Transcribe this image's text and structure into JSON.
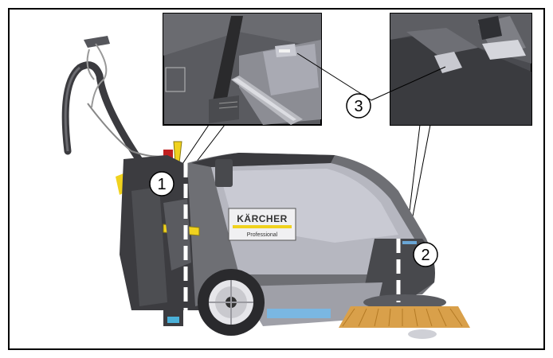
{
  "callouts": [
    {
      "id": "1",
      "label": "1"
    },
    {
      "id": "2",
      "label": "2"
    },
    {
      "id": "3",
      "label": "3"
    }
  ],
  "brand": {
    "name": "KÄRCHER",
    "line": "Professional"
  },
  "colors": {
    "body": "#7a7b80",
    "body_light": "#b8b9c2",
    "dark": "#3a3a3e",
    "accent_yellow": "#f0d21e",
    "brush": "#d9a04a",
    "frame": "#000000"
  }
}
